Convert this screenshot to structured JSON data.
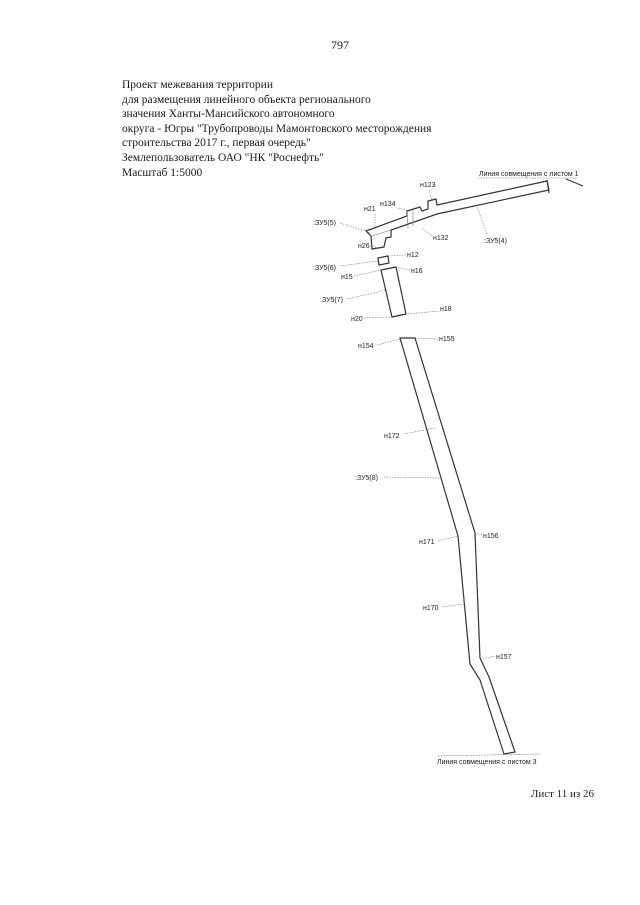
{
  "page_number": "797",
  "header": {
    "lines": [
      "Проект межевания территории",
      "для размещения линейного объекта регионального",
      "значения Ханты-Мансийского автономного",
      "округа - Югры \"Трубопроводы Мамонтовского месторождения",
      "строительства 2017 г., первая очередь\"",
      "Землепользователь ОАО \"НК \"Роснефть\"",
      "Масштаб 1:5000"
    ]
  },
  "drawing": {
    "match_line_top": "Линия совмещения с листом 1",
    "match_line_bottom": "Линия совмещения с листом 3",
    "point_labels": {
      "n123": "н123",
      "n134": "н134",
      "n21": "н21",
      "n132": "н132",
      "n26": "н26",
      "n12": "н12",
      "n15": "н15",
      "n16": "н16",
      "n18": "н18",
      "n20": "н20",
      "n155": "н155",
      "n154": "н154",
      "n172": "н172",
      "n156": "н156",
      "n171": "н171",
      "n170": "н170",
      "n157": "н157"
    },
    "parcel_labels": {
      "zu5_4": ":ЗУ5(4)",
      "zu5_5": ":ЗУ5(5)",
      "zu5_6": ":ЗУ5(6)",
      "zu5_7": ":ЗУ5(7)",
      "zu5_8": ":ЗУ5(8)"
    }
  },
  "footer": {
    "sheet": "Лист 11 из 26"
  }
}
